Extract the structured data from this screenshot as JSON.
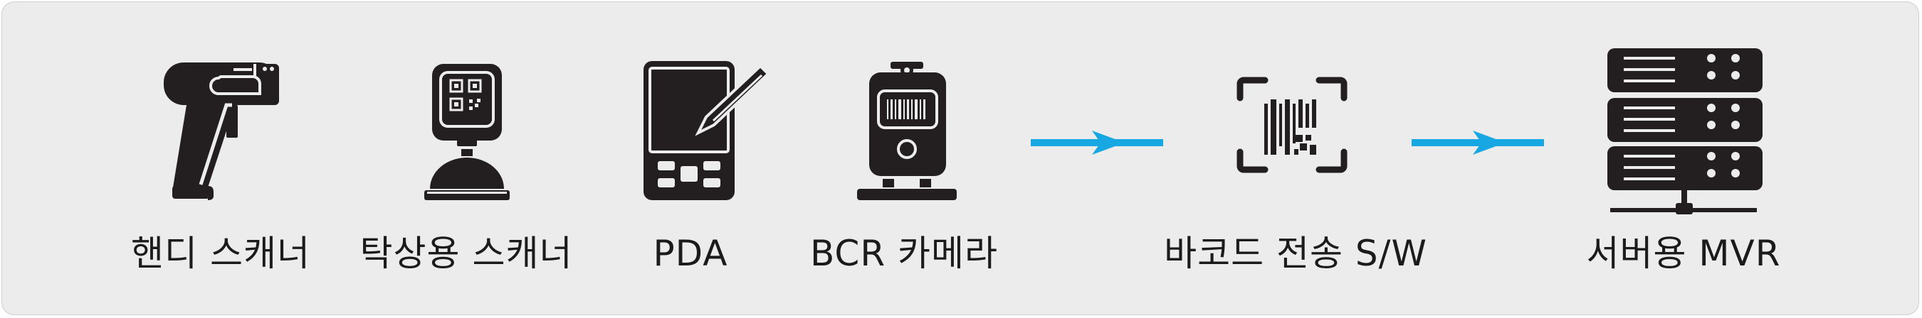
{
  "items": [
    {
      "label": "핸디 스캐너",
      "icon": "handheld-scanner-icon"
    },
    {
      "label": "탁상용 스캐너",
      "icon": "desktop-scanner-icon"
    },
    {
      "label": "PDA",
      "icon": "pda-icon"
    },
    {
      "label": "BCR 카메라",
      "icon": "bcr-camera-icon"
    },
    {
      "label": "바코드 전송 S/W",
      "icon": "barcode-software-icon"
    },
    {
      "label": "서버용 MVR",
      "icon": "server-icon"
    }
  ],
  "colors": {
    "icon": "#231f20",
    "arrow": "#17a8e3",
    "panel": "#ececec"
  }
}
